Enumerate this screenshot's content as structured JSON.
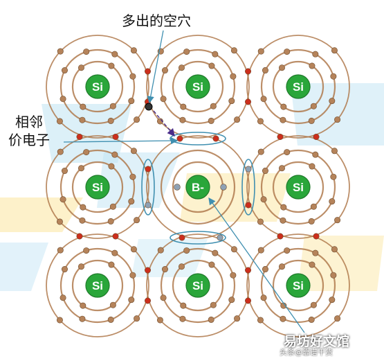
{
  "labels": {
    "extra_hole": "多出的空穴",
    "adjacent_line1": "相邻",
    "adjacent_line2": "价电子"
  },
  "atoms": [
    "Si",
    "Si",
    "Si",
    "Si",
    "B-",
    "Si",
    "Si",
    "Si",
    "Si"
  ],
  "watermark": {
    "main": "易坊好文馆",
    "sub": "头条@靠谱干货"
  },
  "colors": {
    "nucleus": "#2aa63a",
    "orbit": "#b07a4e",
    "electron": "#b5835a",
    "bond_electron": "#cc2e1c",
    "hole": "#333333",
    "boron_electron": "#8ea1b4",
    "highlight": "#3f8fb0",
    "bg_blue": "#bfe3f3",
    "bg_yellow": "#fbe7a6"
  }
}
